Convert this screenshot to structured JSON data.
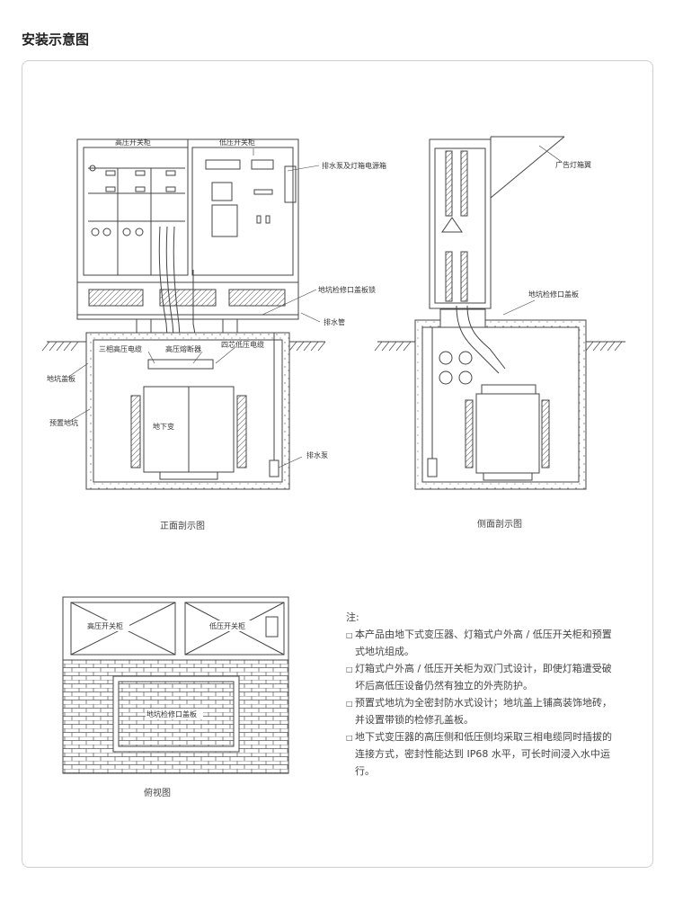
{
  "header": {
    "title": "安装示意图"
  },
  "front": {
    "caption": "正面剖示图",
    "labels": {
      "hv_cabinet": "高压开关柜",
      "lv_cabinet": "低压开关柜",
      "pump_light_box": "排水泵及灯箱电源箱",
      "pit_lock": "地坑检修口盖板锁",
      "drain_pipe": "排水管",
      "hv_cable": "三相高压电缆",
      "fuse": "高压熔断器",
      "lv_cable": "四芯低压电缆",
      "pit_cover": "地坑盖板",
      "prefab_pit": "预置地坑",
      "transformer": "地下变",
      "drain_pump": "排水泵"
    }
  },
  "side": {
    "caption": "侧面剖示图",
    "labels": {
      "ad_wing": "广告灯箱翼",
      "pit_cover": "地坑检修口盖板"
    }
  },
  "top": {
    "caption": "俯视图",
    "labels": {
      "hv_cabinet": "高压开关柜",
      "lv_cabinet": "低压开关柜",
      "pit_cover": "地坑检修口盖板"
    }
  },
  "notes": {
    "head": "注:",
    "bullet": "□",
    "items": [
      "本产品由地下式变压器、灯箱式户外高 / 低压开关柜和预置式地坑组成。",
      "灯箱式户外高 / 低压开关柜为双门式设计，即使灯箱遭受破坏后高低压设备仍然有独立的外壳防护。",
      "预置式地坑为全密封防水式设计；地坑盖上铺高装饰地砖，并设置带锁的检修孔盖板。",
      "地下式变压器的高压侧和低压侧均采取三相电缆同时插拔的连接方式，密封性能达到 IP68 水平，可长时间浸入水中运行。"
    ]
  },
  "colors": {
    "line": "#444444",
    "frame": "#cfcfcf",
    "text": "#333333"
  }
}
